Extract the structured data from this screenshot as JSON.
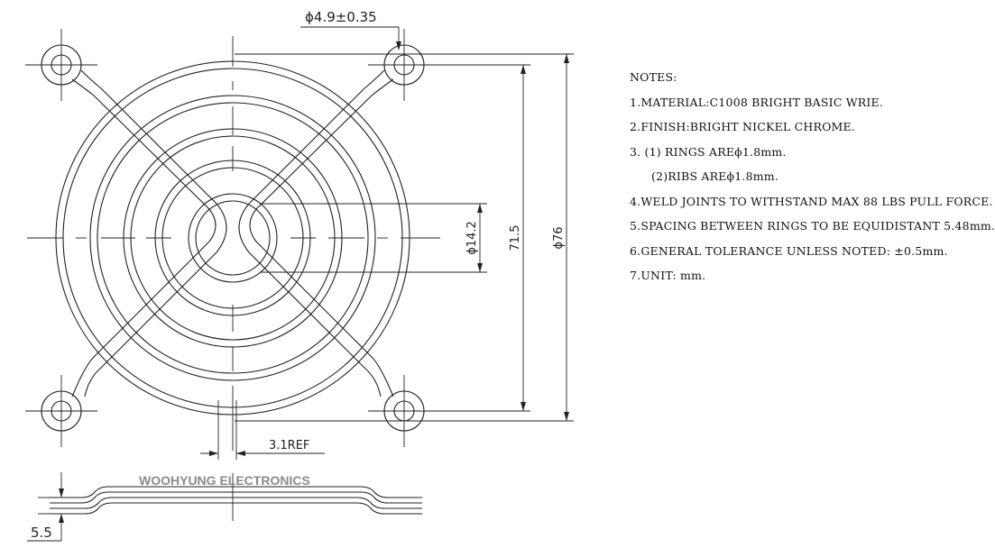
{
  "dimensions": {
    "hole_dia": "ϕ4.9±0.35",
    "inner_ring_dia": "ϕ14.2",
    "hole_spacing": "71.5",
    "outer_dia": "ϕ76",
    "rib_offset": "3.1REF",
    "thickness": "5.5"
  },
  "watermark": "WOOHYUNG ELECTRONICS",
  "notes": {
    "title": "NOTES:",
    "items": [
      "1.MATERIAL:C1008 BRIGHT BASIC WRIE.",
      "2.FINISH:BRIGHT NICKEL CHROME.",
      "3. (1) RINGS AREϕ1.8mm.",
      "(2)RIBS AREϕ1.8mm.",
      "4.WELD JOINTS TO WITHSTAND MAX 88 LBS PULL FORCE.",
      "5.SPACING BETWEEN RINGS TO BE EQUIDISTANT 5.48mm.",
      "6.GENERAL TOLERANCE UNLESS NOTED: ±0.5mm.",
      "7.UNIT: mm."
    ]
  }
}
